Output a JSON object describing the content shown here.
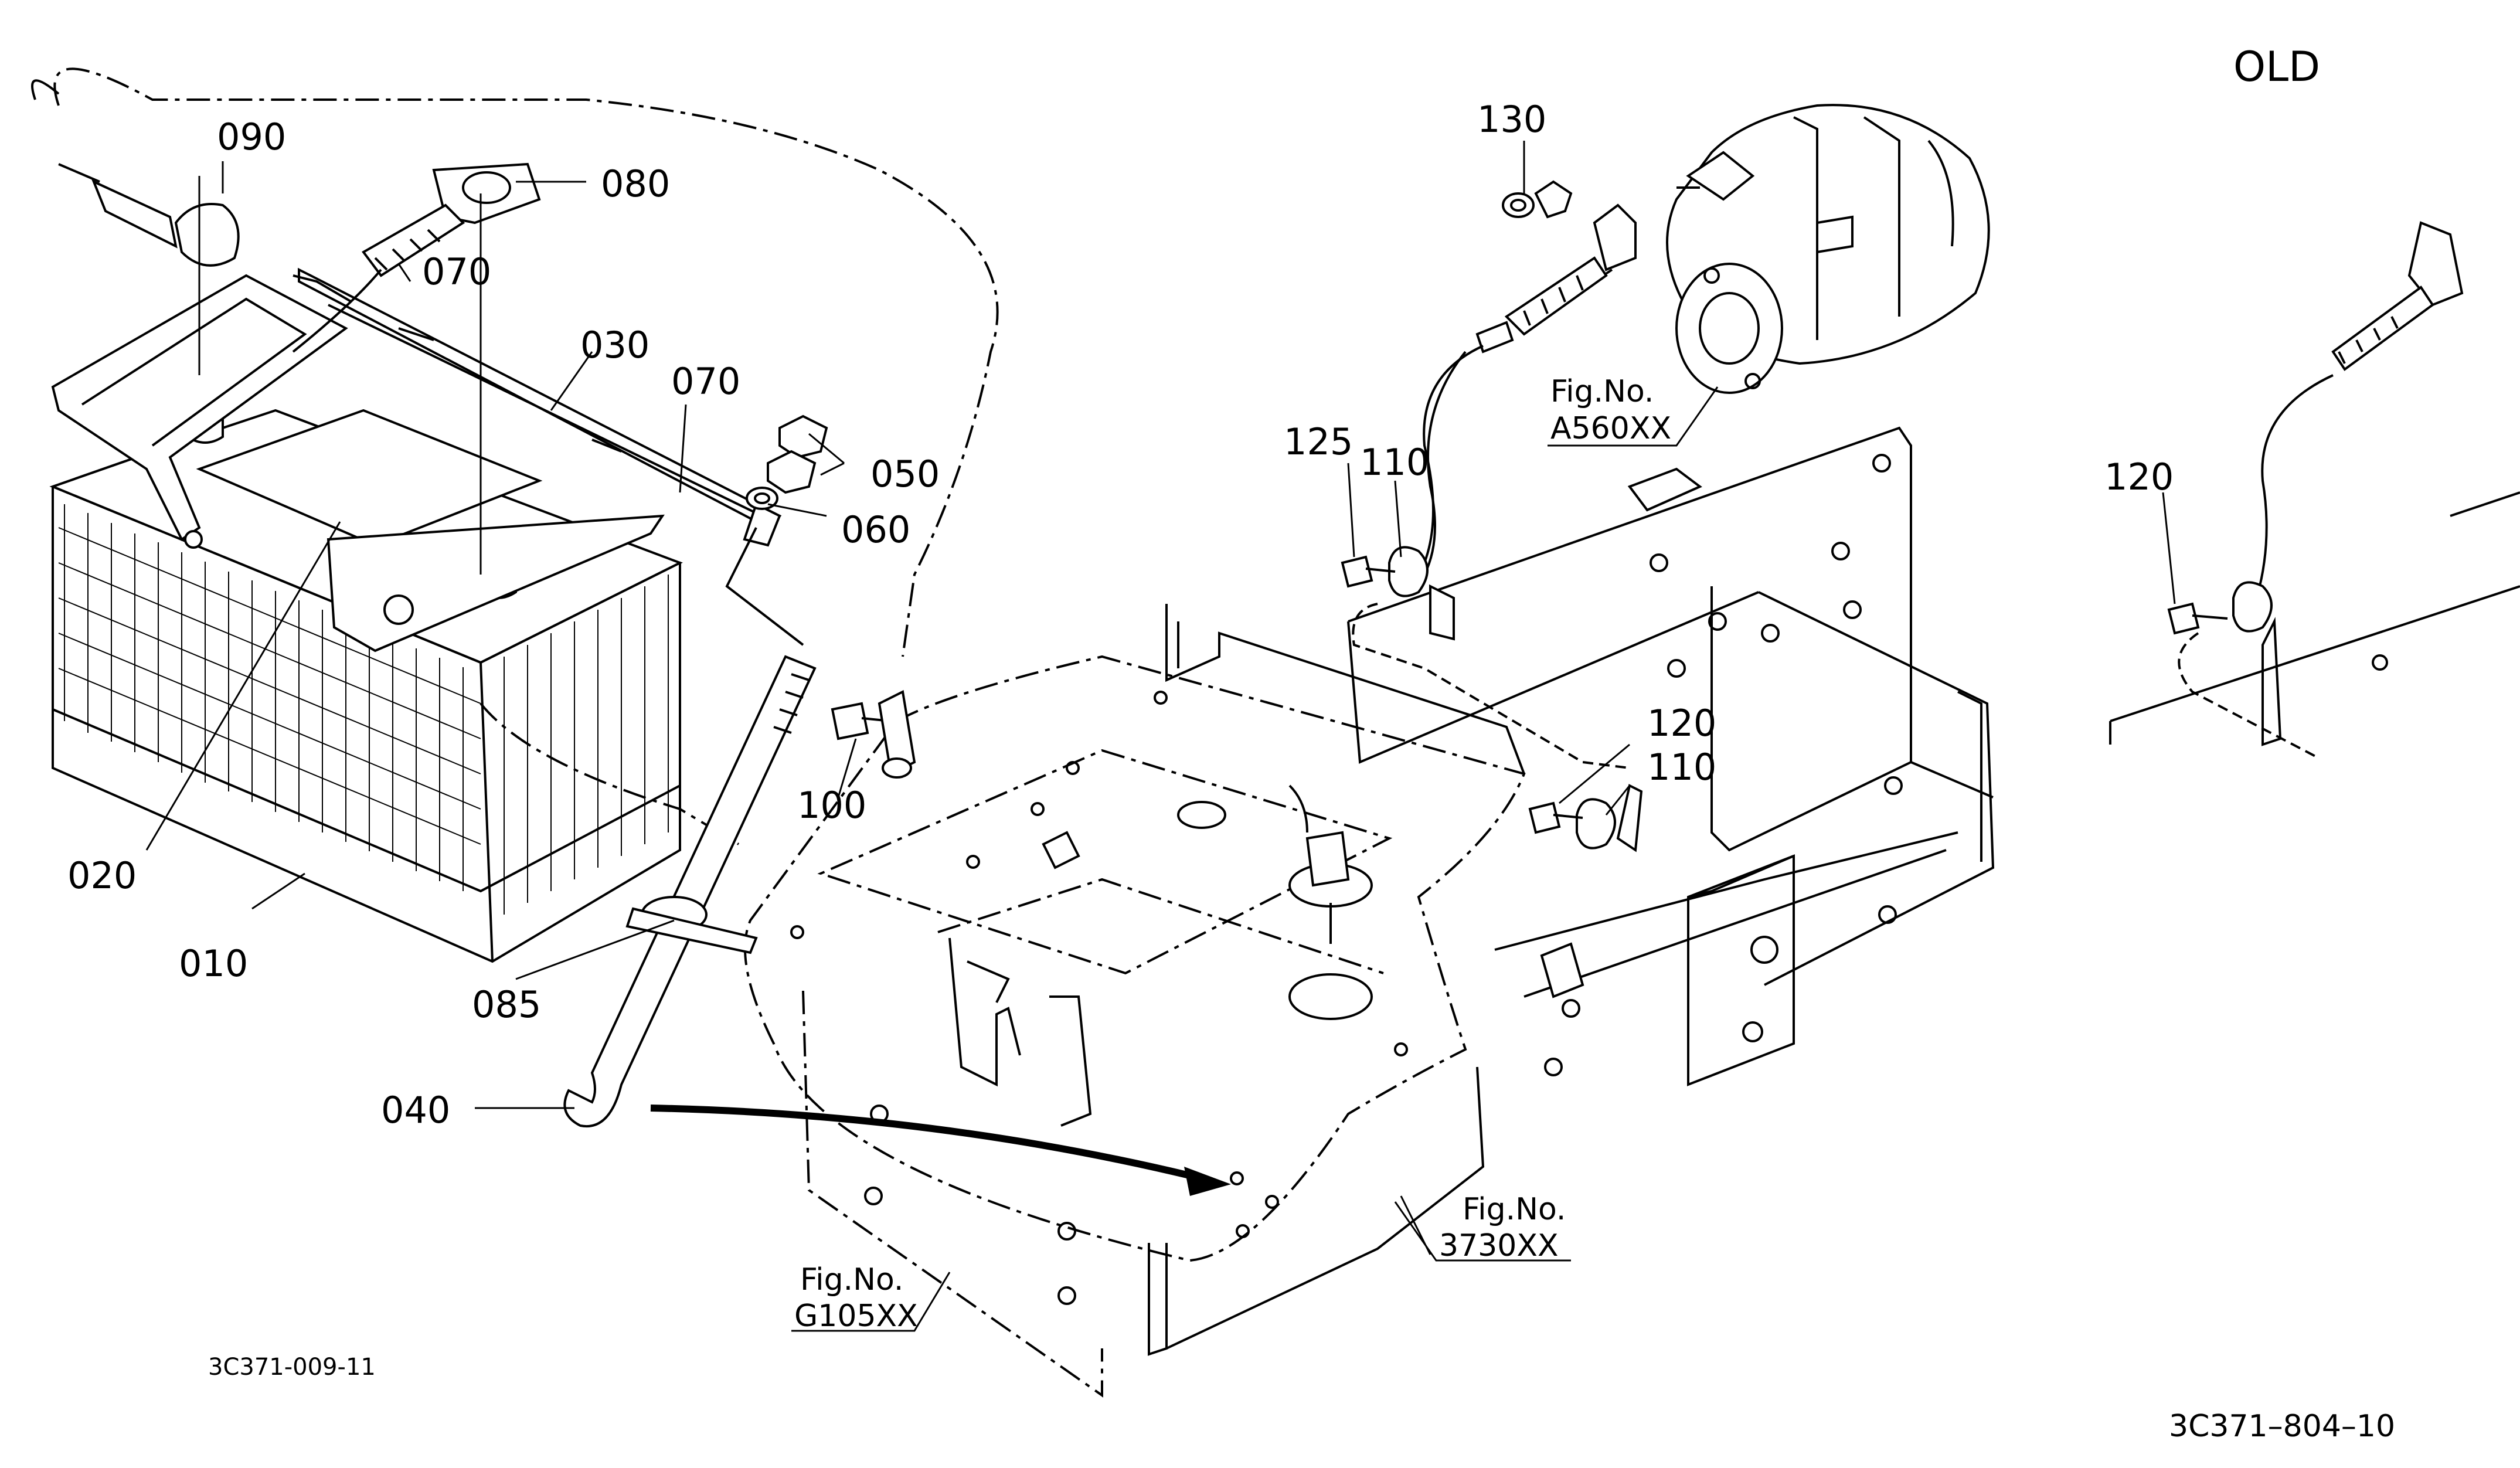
{
  "header": {
    "old_label": "OLD"
  },
  "parts": {
    "p010": "010",
    "p020": "020",
    "p030": "030",
    "p040": "040",
    "p050": "050",
    "p060": "060",
    "p070a": "070",
    "p070b": "070",
    "p080": "080",
    "p085": "085",
    "p090": "090",
    "p100": "100",
    "p110a": "110",
    "p110b": "110",
    "p120a": "120",
    "p120b": "120",
    "p125": "125",
    "p130": "130"
  },
  "figrefs": {
    "a560": {
      "label": "Fig.No.",
      "code": "A560XX"
    },
    "f3730": {
      "label": "Fig.No.",
      "code": "3730XX"
    },
    "g105": {
      "label": "Fig.No.",
      "code": "G105XX"
    }
  },
  "codes": {
    "small": "3C371-009-11",
    "large": "3C371–804–10"
  }
}
